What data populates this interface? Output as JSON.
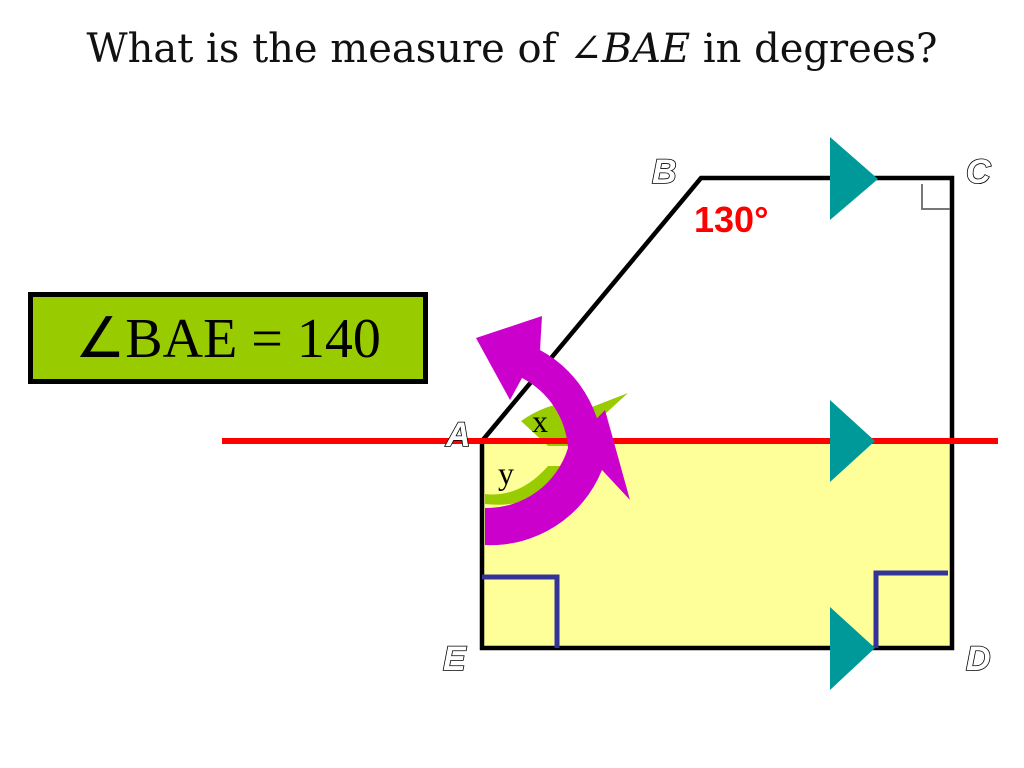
{
  "question": {
    "prefix": "What is the measure of ",
    "angle_symbol": "∠",
    "angle_name": "BAE",
    "suffix": " in degrees?"
  },
  "answer": {
    "text": "∠BAE = 140"
  },
  "diagram": {
    "vertices": {
      "A": "A",
      "B": "B",
      "C": "C",
      "D": "D",
      "E": "E"
    },
    "angle_label": "130°",
    "angle_marks": {
      "x_mark": "x",
      "y_mark": "y"
    },
    "colors": {
      "angle_label": "#ff0000",
      "transversal": "#ff0000",
      "parallel_arrows": "#009999",
      "right_angle_marks": "#333399",
      "fill_region": "#ffff99",
      "rotation_arrow": "#cc00cc",
      "green_arc": "#99cc00",
      "answer_box": "#99cc00"
    }
  }
}
